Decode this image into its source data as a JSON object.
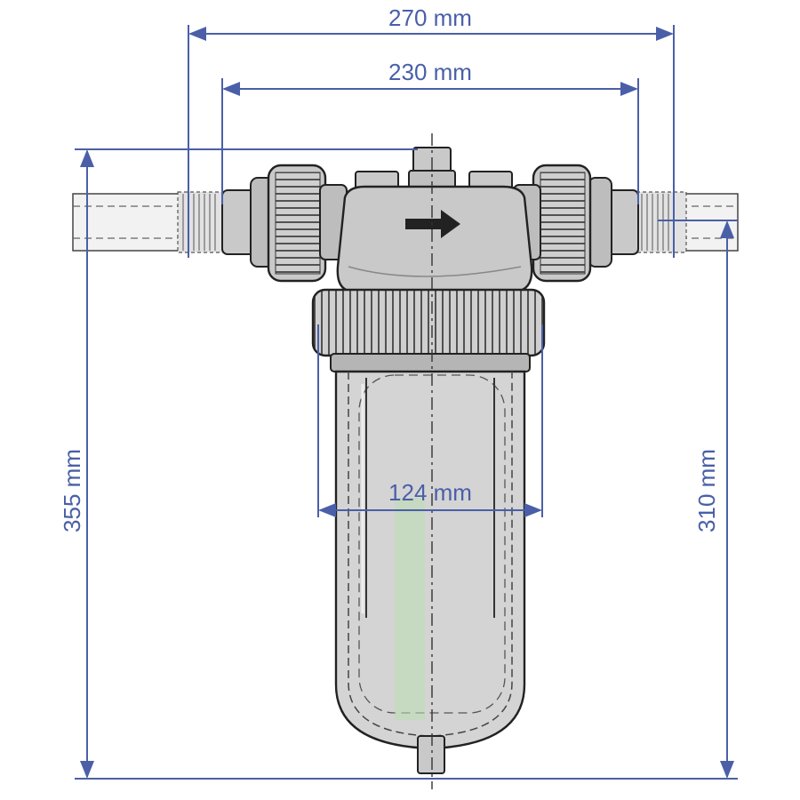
{
  "dimensions": {
    "overall_width": "270 mm",
    "port_width": "230 mm",
    "bowl_diameter": "124 mm",
    "total_height": "355 mm",
    "height_below_ports": "310 mm"
  },
  "colors": {
    "dimension_line": "#4a5fa8",
    "body_fill": "#c9c9c9",
    "body_dark": "#8a8a8a",
    "outline": "#222222",
    "bowl_fill": "#d4d4d4",
    "cartridge_tint": "#b9dcb0",
    "background": "#ffffff"
  },
  "icons": {
    "flow_direction": "right-arrow-icon"
  }
}
